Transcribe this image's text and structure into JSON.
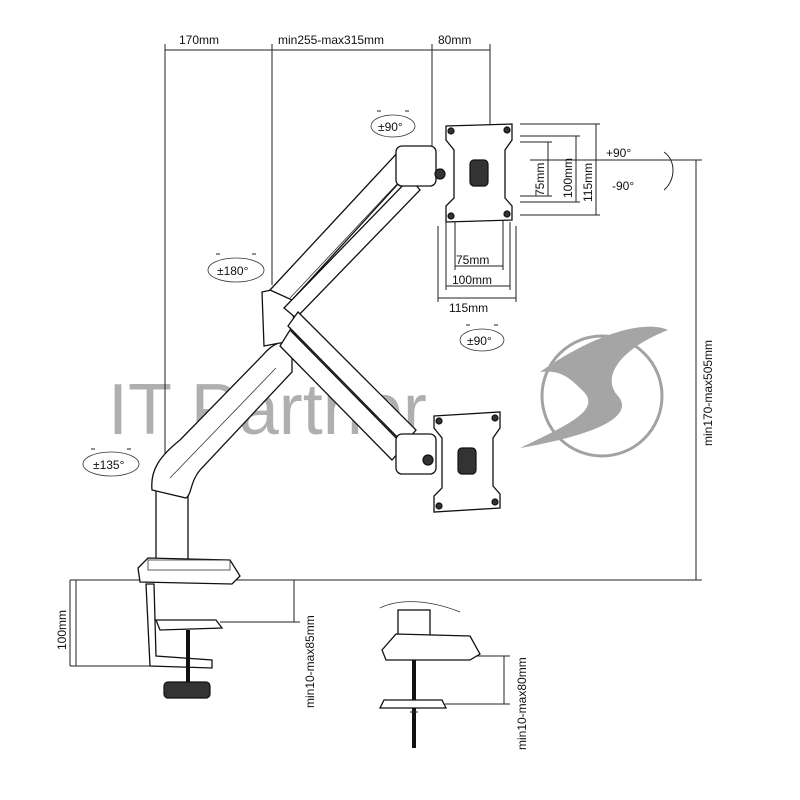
{
  "dimensions": {
    "top_left": "170mm",
    "top_mid": "min255-max315mm",
    "top_right": "80mm",
    "vesa_h75": "75mm",
    "vesa_h100": "100mm",
    "vesa_h115": "115mm",
    "vesa_w75": "75mm",
    "vesa_w100": "100mm",
    "vesa_w115": "115mm",
    "height_range": "min170-max505mm",
    "clamp_height": "100mm",
    "clamp_range": "min10-max85mm",
    "grommet_range": "min10-max80mm"
  },
  "rotations": {
    "head_swivel": "±90°",
    "tilt_up": "+90°",
    "tilt_down": "-90°",
    "elbow": "±180°",
    "base": "±135°",
    "rotate": "±90°"
  },
  "watermark": {
    "text": "IT Partner",
    "logo": "swoosh-s-logo-icon"
  }
}
